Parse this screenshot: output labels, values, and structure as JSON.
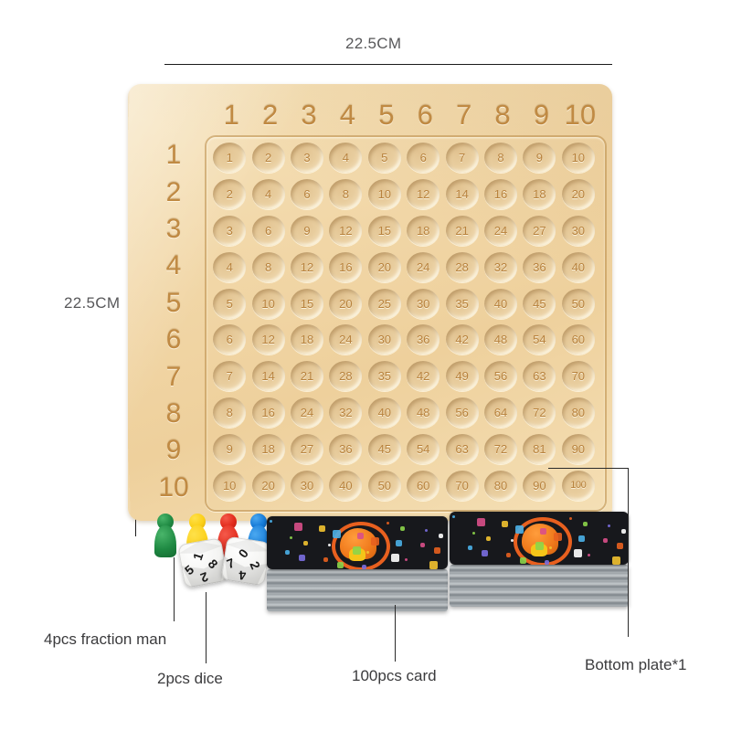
{
  "dimensions": {
    "top_label": "22.5CM",
    "left_label": "22.5CM"
  },
  "board": {
    "column_headers": [
      "1",
      "2",
      "3",
      "4",
      "5",
      "6",
      "7",
      "8",
      "9",
      "10"
    ],
    "row_headers": [
      "1",
      "2",
      "3",
      "4",
      "5",
      "6",
      "7",
      "8",
      "9",
      "10"
    ],
    "grid": [
      [
        "1",
        "2",
        "3",
        "4",
        "5",
        "6",
        "7",
        "8",
        "9",
        "10"
      ],
      [
        "2",
        "4",
        "6",
        "8",
        "10",
        "12",
        "14",
        "16",
        "18",
        "20"
      ],
      [
        "3",
        "6",
        "9",
        "12",
        "15",
        "18",
        "21",
        "24",
        "27",
        "30"
      ],
      [
        "4",
        "8",
        "12",
        "16",
        "20",
        "24",
        "28",
        "32",
        "36",
        "40"
      ],
      [
        "5",
        "10",
        "15",
        "20",
        "25",
        "30",
        "35",
        "40",
        "45",
        "50"
      ],
      [
        "6",
        "12",
        "18",
        "24",
        "30",
        "36",
        "42",
        "48",
        "54",
        "60"
      ],
      [
        "7",
        "14",
        "21",
        "28",
        "35",
        "42",
        "49",
        "56",
        "63",
        "70"
      ],
      [
        "8",
        "16",
        "24",
        "32",
        "40",
        "48",
        "56",
        "64",
        "72",
        "80"
      ],
      [
        "9",
        "18",
        "27",
        "36",
        "45",
        "54",
        "63",
        "72",
        "81",
        "90"
      ],
      [
        "10",
        "20",
        "30",
        "40",
        "50",
        "60",
        "70",
        "80",
        "90",
        "100"
      ]
    ]
  },
  "components": {
    "fraction_man": {
      "label": "4pcs fraction man",
      "colors": [
        "#1f8a43",
        "#fbcf17",
        "#e22a1c",
        "#1378d6"
      ]
    },
    "dice": {
      "label": "2pcs dice",
      "faces": [
        [
          "1",
          "8",
          "5",
          "2"
        ],
        [
          "0",
          "2",
          "7",
          "4"
        ]
      ]
    },
    "cards": {
      "label": "100pcs card"
    },
    "bottom_plate": {
      "label": "Bottom plate*1"
    }
  },
  "colors": {
    "wood_light": "#f6e3bc",
    "wood_mid": "#eed09c",
    "engrave": "#c08a43",
    "card_dark": "#17181c",
    "card_accent": "#e8601f",
    "rule": "#1b1b1b",
    "text": "#3b3b3d"
  }
}
